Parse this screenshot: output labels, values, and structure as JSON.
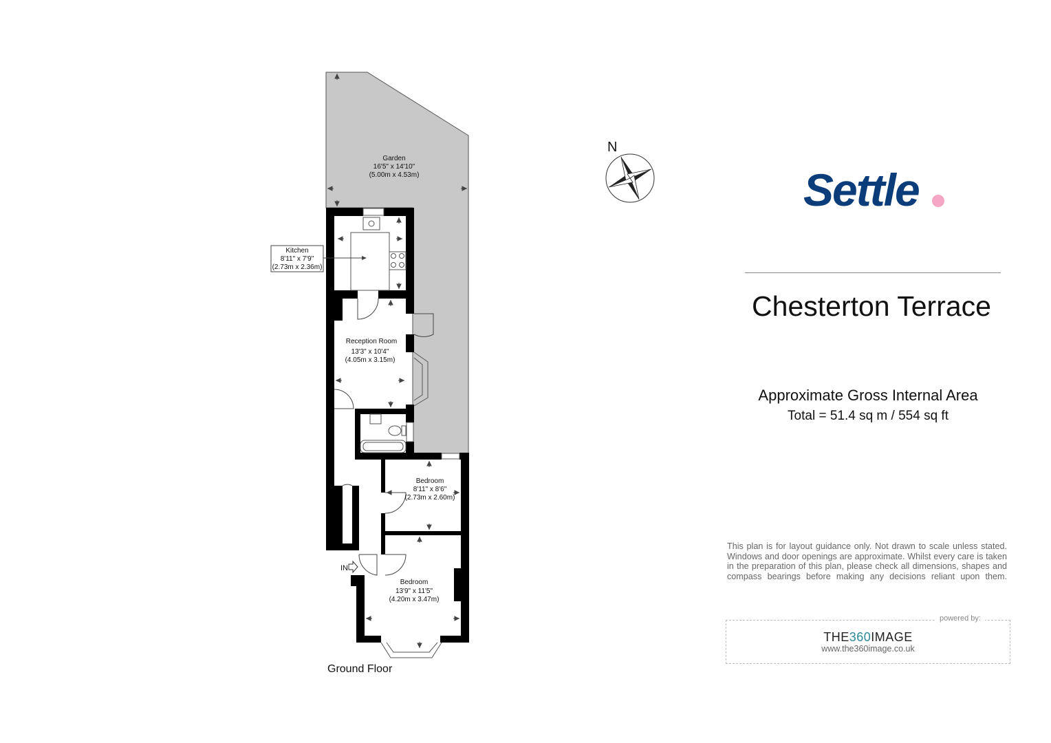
{
  "brand": {
    "logo_text": "Settle",
    "logo_color": "#0b3d7a",
    "dot_color": "#f4a6c4"
  },
  "property": {
    "title": "Chesterton Terrace"
  },
  "area": {
    "heading": "Approximate Gross Internal Area",
    "total": "Total = 51.4 sq m / 554 sq ft"
  },
  "compass": {
    "north_label": "N"
  },
  "floor": {
    "label": "Ground Floor",
    "entrance_label": "IN"
  },
  "rooms": {
    "garden": {
      "name": "Garden",
      "imperial": "16'5\" x 14'10\"",
      "metric": "(5.00m x 4.53m)"
    },
    "kitchen": {
      "name": "Kitchen",
      "imperial": "8'11\" x 7'9\"",
      "metric": "(2.73m x 2.36m)"
    },
    "reception": {
      "name": "Reception Room",
      "imperial": "13'3\" x 10'4\"",
      "metric": "(4.05m x 3.15m)"
    },
    "bedroom1": {
      "name": "Bedroom",
      "imperial": "8'11\" x 8'6\"",
      "metric": "(2.73m x 2.60m)"
    },
    "bedroom2": {
      "name": "Bedroom",
      "imperial": "13'9\" x 11'5\"",
      "metric": "(4.20m x 3.47m)"
    }
  },
  "disclaimer": "This plan is for layout guidance only. Not drawn to scale unless stated. Windows and door openings are approximate. Whilst every care is taken in the preparation of this plan, please check all dimensions, shapes and compass bearings before making any decisions reliant upon them.",
  "credit": {
    "powered_by": "powered by:",
    "name_a": "THE",
    "name_b": "360",
    "name_c": "IMAGE",
    "url": "www.the360image.co.uk",
    "accent_color": "#2a8a98"
  },
  "colors": {
    "garden_fill": "#c8c8c8",
    "wall": "#000000"
  }
}
